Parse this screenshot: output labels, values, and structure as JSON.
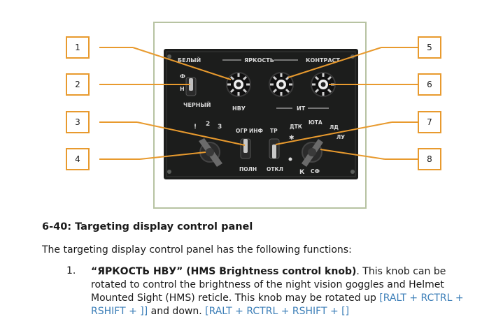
{
  "figure": {
    "callouts": [
      "1",
      "2",
      "3",
      "4",
      "5",
      "6",
      "7",
      "8"
    ],
    "panel_labels": {
      "white": "БЕЛЫЙ",
      "brightness": "ЯРКОСТЬ",
      "contrast": "КОНТРАСТ",
      "hmd": "НВУ",
      "it": "ИТ",
      "black": "ЧЕРНЫЙ",
      "mark1": "!",
      "mark2": "2",
      "mark3": "3",
      "ogr": "ОГР",
      "info": "ИНФ",
      "tr": "ТР",
      "dtk": "ДТК",
      "yuta": "ЮТА",
      "ld": "ЛД",
      "lu": "ЛУ",
      "poln": "ПОЛН",
      "otkl": "ОТКЛ",
      "k": "К",
      "sf": "СФ"
    }
  },
  "heading": "6-40: Targeting display control panel",
  "intro": "The targeting display control panel has the following functions:",
  "items": [
    {
      "number": "1.",
      "term": "“ЯРКОСТЬ НВУ” (HMS Brightness control knob)",
      "text1": ".  This knob can be rotated to control the brightness of the night vision goggles and Helmet Mounted Sight (HMS) reticle.  This knob may be rotated up ",
      "key_up": "[RALT + RCTRL + RSHIFT + ]]",
      "text2": " and down. ",
      "key_down": "[RALT + RCTRL + RSHIFT + []"
    }
  ],
  "colors": {
    "callout_border": "#e89a2e",
    "leader_line": "#e89a2e",
    "frame_border": "#b7c3a2",
    "panel_bg": "#1c1d1c",
    "key_link": "#3d7fb8"
  }
}
